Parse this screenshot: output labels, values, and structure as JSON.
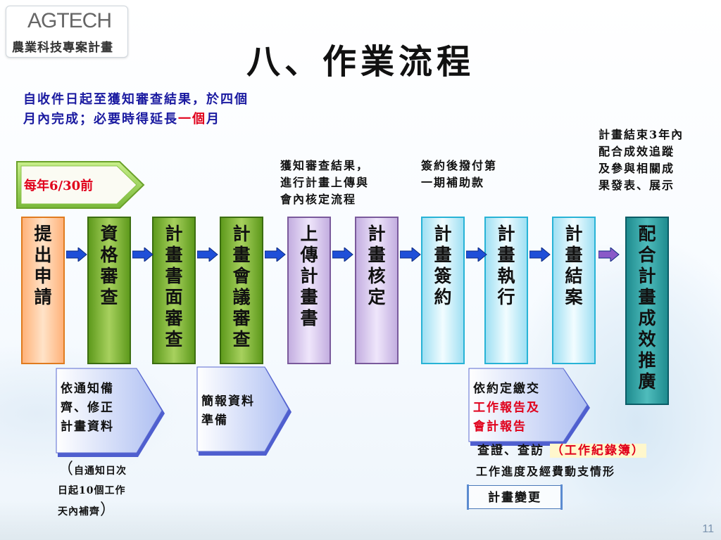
{
  "logo": {
    "brand": "AGTECH",
    "subtitle": "農業科技專案計畫"
  },
  "title": "八、作業流程",
  "intro": {
    "line1": "自收件日起至獲知審查結果，於四個",
    "line2_pre": "月內完成；必要時得延長",
    "line2_highlight": "一個",
    "line2_post": "月"
  },
  "deadline_label": "每年6/30前",
  "notes": {
    "upload": [
      "獲知審查結果，",
      "進行計畫上傳與",
      "會內核定流程"
    ],
    "payment": [
      "簽約後撥付第",
      "一期補助款"
    ],
    "closing": [
      "計畫結束3年內",
      "配合成效追蹤",
      "及參與相關成",
      "果發表、展示"
    ]
  },
  "steps": [
    {
      "label": "提出申請",
      "style": "orange"
    },
    {
      "label": "資格審查",
      "style": "green"
    },
    {
      "label": "計畫書面審查",
      "style": "green"
    },
    {
      "label": "計畫會議審查",
      "style": "green"
    },
    {
      "label": "上傳計畫書",
      "style": "purple"
    },
    {
      "label": "計畫核定",
      "style": "purple"
    },
    {
      "label": "計畫簽約",
      "style": "cyan"
    },
    {
      "label": "計畫執行",
      "style": "cyan"
    },
    {
      "label": "計畫結案",
      "style": "cyan"
    },
    {
      "label": "配合計畫成效推廣",
      "style": "teal"
    }
  ],
  "callouts": {
    "notice": [
      "依通知備",
      "齊、修正",
      "計畫資料"
    ],
    "briefing": [
      "簡報資料",
      "準備"
    ]
  },
  "paren_note": {
    "open": "（",
    "line1": "自通知日次",
    "line2": "日起10個工作",
    "line3": "天內補齊",
    "close": "）"
  },
  "report": {
    "line1": "依約定繳交",
    "line2": "工作報告及",
    "line3": "會計報告"
  },
  "inspection": {
    "text": "查證、查訪",
    "highlight": "（工作紀錄簿）"
  },
  "progress_text": "工作進度及經費動支情形",
  "change_label": "計畫變更",
  "page_number": "11",
  "colors": {
    "accent_red": "#e0001b",
    "intro_blue": "#1a1aa0",
    "arrow_blue": "#1f4fd8",
    "arrow_purple": "#8a5ac8"
  }
}
